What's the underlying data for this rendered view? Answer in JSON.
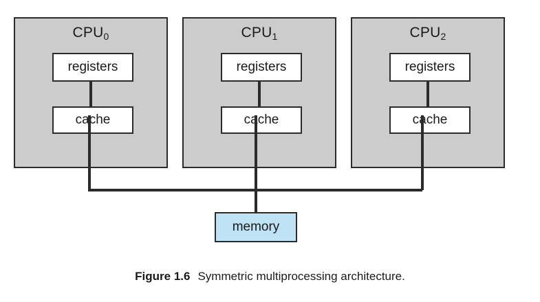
{
  "figure": {
    "caption_label": "Figure 1.6",
    "caption_text": "Symmetric multiprocessing architecture.",
    "colors": {
      "cpu_fill": "#cccccc",
      "inner_fill": "#ffffff",
      "memory_fill": "#bfe3f5",
      "stroke": "#2b2b2b",
      "background": "#ffffff"
    }
  },
  "cpus": [
    {
      "label_base": "CPU",
      "label_subscript": "0",
      "registers_label": "registers",
      "cache_label": "cache"
    },
    {
      "label_base": "CPU",
      "label_subscript": "1",
      "registers_label": "registers",
      "cache_label": "cache"
    },
    {
      "label_base": "CPU",
      "label_subscript": "2",
      "registers_label": "registers",
      "cache_label": "cache"
    }
  ],
  "memory": {
    "label": "memory"
  }
}
